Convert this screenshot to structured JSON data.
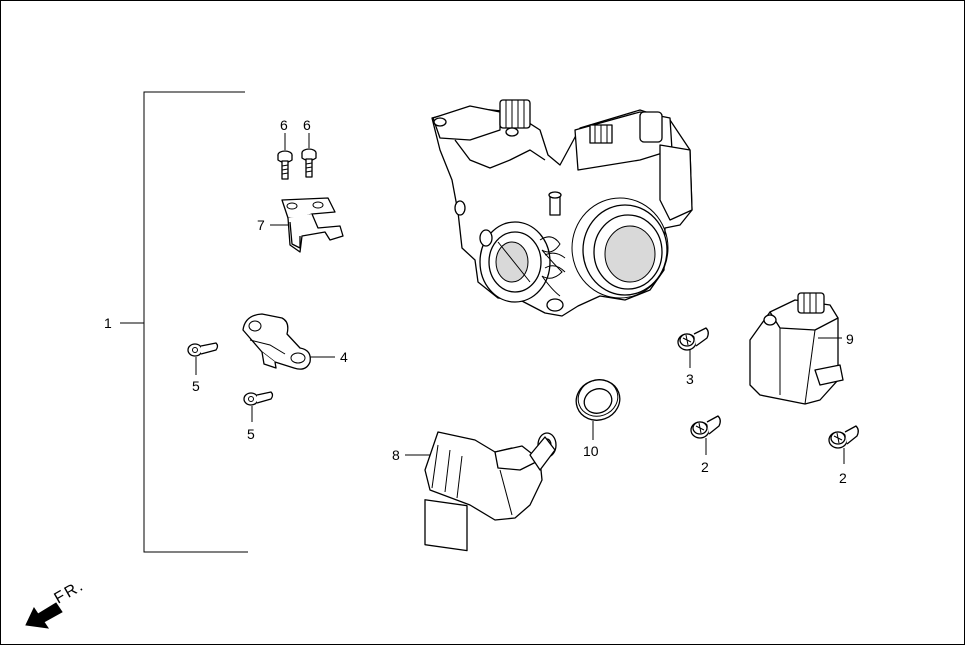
{
  "diagram": {
    "callouts": {
      "c1": "1",
      "c2a": "2",
      "c2b": "2",
      "c3": "3",
      "c4": "4",
      "c5a": "5",
      "c5b": "5",
      "c6a": "6",
      "c6b": "6",
      "c7": "7",
      "c8": "8",
      "c9": "9",
      "c10": "10"
    },
    "front_indicator": "FR."
  },
  "colors": {
    "line": "#000000",
    "background": "#ffffff",
    "shade": "#d9d9d9"
  }
}
